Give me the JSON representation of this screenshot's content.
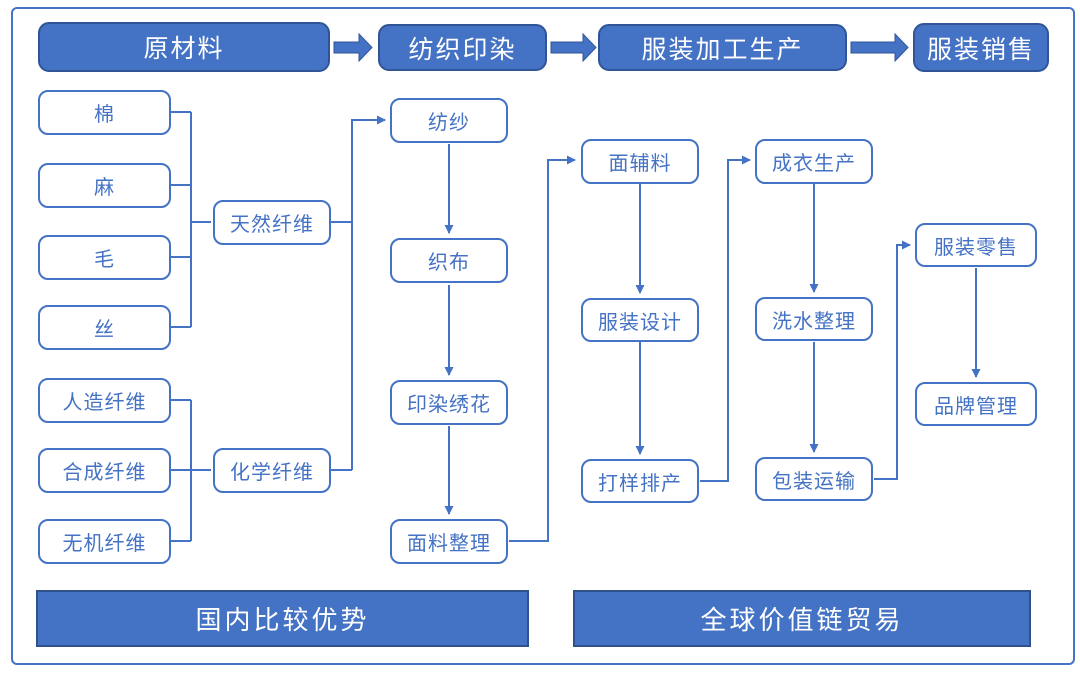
{
  "colors": {
    "primary_blue": "#4472C4",
    "dark_border_blue": "#2F528F",
    "text_on_fill": "#FFFFFF",
    "background": "#FFFFFF"
  },
  "stages": {
    "raw_materials": "原材料",
    "textile_dyeing": "纺织印染",
    "garment_processing": "服装加工生产",
    "garment_sales": "服装销售"
  },
  "fibers": {
    "natural_inputs": [
      "棉",
      "麻",
      "毛",
      "丝"
    ],
    "natural_label": "天然纤维",
    "chemical_inputs": [
      "人造纤维",
      "合成纤维",
      "无机纤维"
    ],
    "chemical_label": "化学纤维"
  },
  "textile_process": [
    "纺纱",
    "织布",
    "印染绣花",
    "面料整理"
  ],
  "garment_process": {
    "design_chain": [
      "面辅料",
      "服装设计",
      "打样排产"
    ],
    "production_chain": [
      "成衣生产",
      "洗水整理",
      "包装运输"
    ]
  },
  "sales_process": [
    "服装零售",
    "品牌管理"
  ],
  "banners": {
    "domestic": "国内比较优势",
    "global": "全球价值链贸易"
  }
}
